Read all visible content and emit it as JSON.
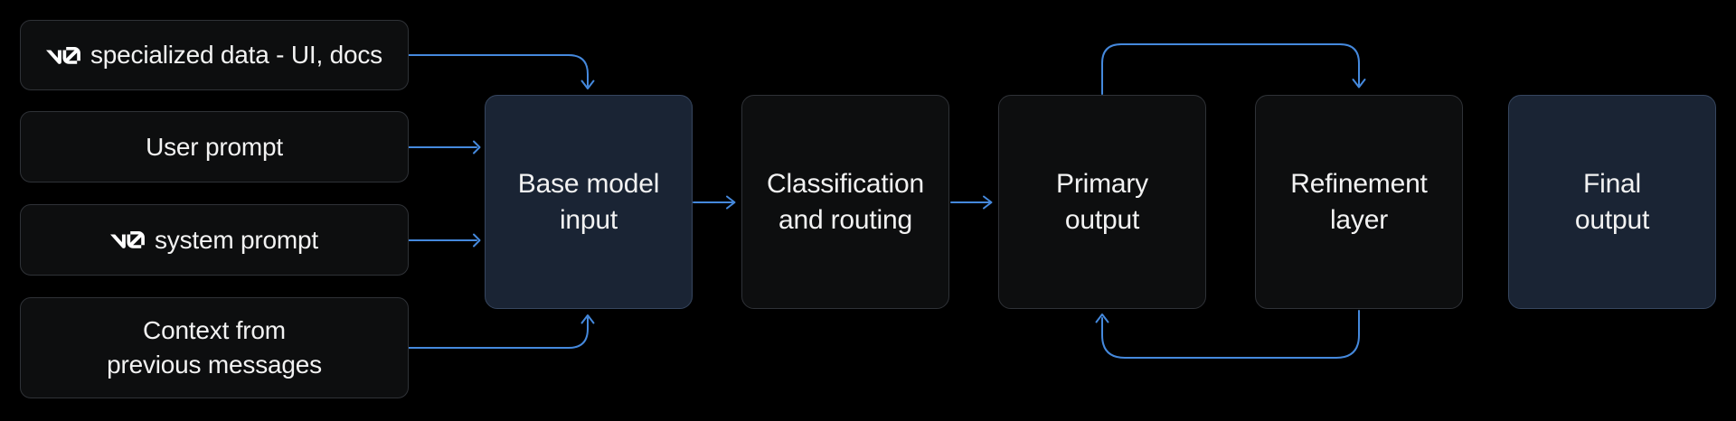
{
  "diagram": {
    "inputs": [
      {
        "icon": "v0-logo",
        "label": "specialized data - UI, docs"
      },
      {
        "icon": null,
        "label": "User prompt"
      },
      {
        "icon": "v0-logo",
        "label": "system prompt"
      },
      {
        "icon": null,
        "label": "Context from\nprevious messages"
      }
    ],
    "stages": [
      {
        "label": "Base model\ninput",
        "highlighted": true
      },
      {
        "label": "Classification\nand routing",
        "highlighted": false
      },
      {
        "label": "Primary\noutput",
        "highlighted": false
      },
      {
        "label": "Refinement\nlayer",
        "highlighted": false
      },
      {
        "label": "Final\noutput",
        "highlighted": true
      }
    ],
    "loops": [
      {
        "from": "Primary output",
        "to": "Refinement layer",
        "via": "top"
      },
      {
        "from": "Refinement layer",
        "to": "Primary output",
        "via": "bottom"
      }
    ]
  },
  "colors": {
    "background": "#000000",
    "node-fill": "#0d0e0f",
    "node-border": "#2f3237",
    "highlight-fill": "#1a2434",
    "highlight-border": "#36465f",
    "arrow": "#4589dd",
    "text": "#f2f2f2",
    "logo": "#ffffff"
  }
}
